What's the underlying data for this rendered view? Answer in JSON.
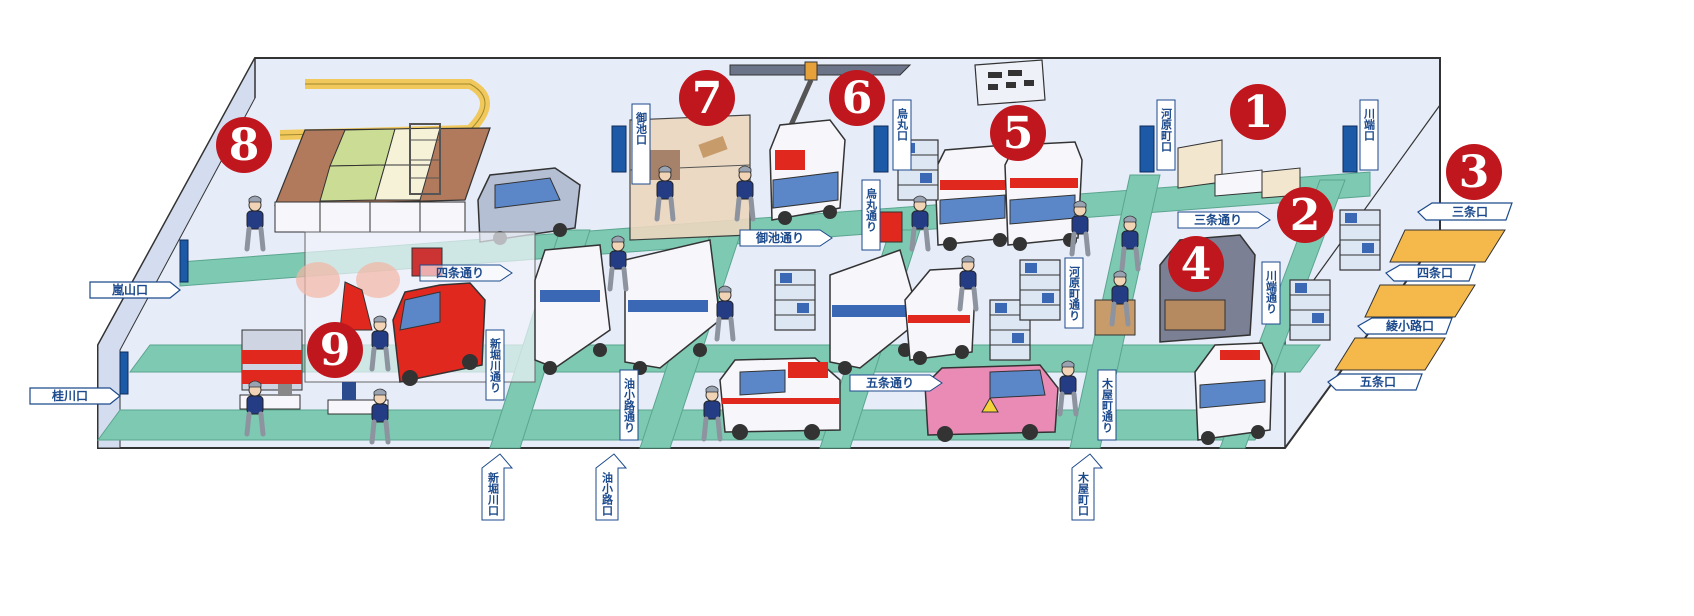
{
  "markers": [
    "1",
    "2",
    "3",
    "4",
    "5",
    "6",
    "7",
    "8",
    "9"
  ],
  "exits": {
    "arashiyama": "嵐山口",
    "katsuragawa": "桂川口",
    "sanjo": "三条口",
    "shijo": "四条口",
    "ayanokoji": "綾小路口",
    "gojo": "五条口",
    "shinhorikawa": "新堀川口",
    "aburanokoji": "油小路口",
    "kiyamachi": "木屋町口",
    "kawaramachi": "河原町口",
    "karasuma": "烏丸口",
    "oike": "御池口",
    "kamogawa": "川端口"
  },
  "streets": {
    "sanjo_dori": "三条通り",
    "oike_dori": "御池通り",
    "karasuma_dori": "烏丸通り",
    "kawaramachi_dori": "河原町通り",
    "kawabata_dori": "川端通り",
    "gojo_dori": "五条通り",
    "shinhorikawa_dori": "新堀川通り",
    "aburanokoji_dori": "油小路通り",
    "kiyamachi_dori": "木屋町通り",
    "shijo_dori": "四条通り"
  },
  "colors": {
    "badge": "#c0161e",
    "floor": "#e6ecf8",
    "road": "#7ec9b2",
    "sign_fill": "#ffffff",
    "sign_stroke": "#1c4a8c",
    "door": "#1c5aa8",
    "parking": "#f4b94a",
    "fire_truck": "#e0281e",
    "pink_van": "#e98bb5"
  }
}
